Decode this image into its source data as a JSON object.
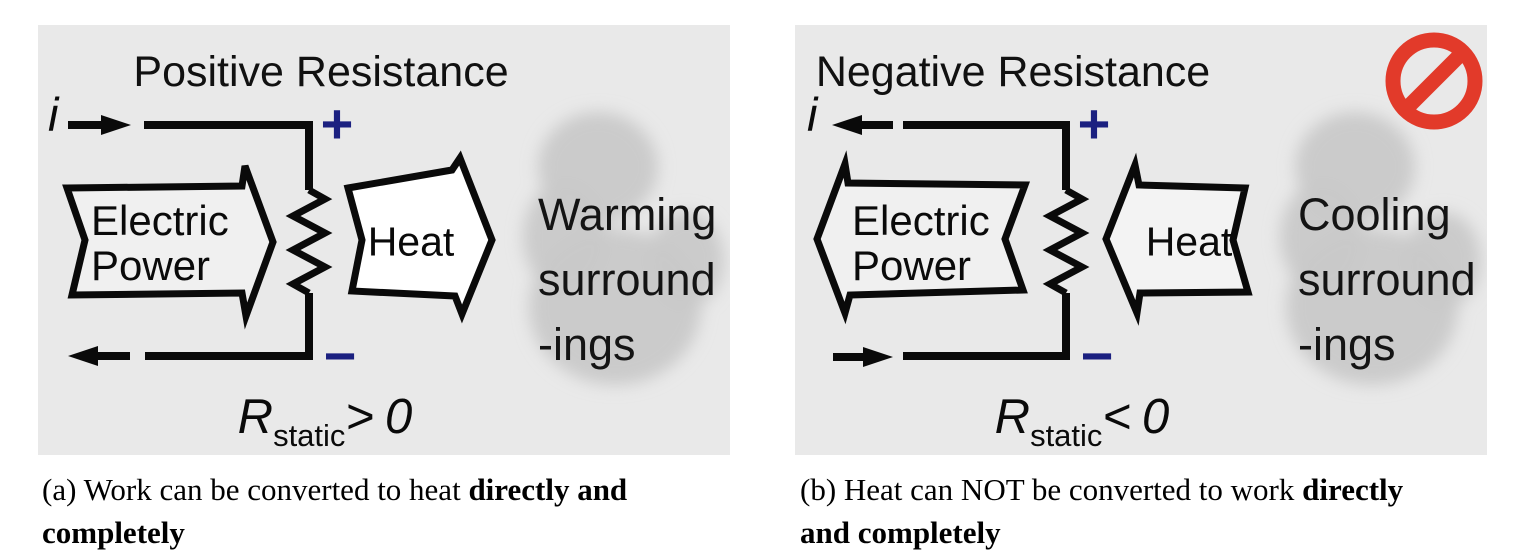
{
  "colors": {
    "panel_bg": "#e9e9e9",
    "ink": "#0a0a0a",
    "navy": "#1b2080",
    "red": "#e23a2a",
    "blob": "#c9c9c9",
    "heat_fill_a": "#ffffff",
    "heat_fill_b": "#f3f3f3",
    "power_fill": "#f0f0f0",
    "page_bg": "#ffffff"
  },
  "panel_a": {
    "title": "Positive Resistance",
    "current_symbol": "i",
    "plus_symbol": "+",
    "minus_symbol": "−",
    "power_arrow": {
      "line1": "Electric",
      "line2": "Power"
    },
    "heat_arrow": {
      "label": "Heat"
    },
    "surroundings": {
      "line1": "Warming",
      "line2": "surround",
      "line3": "-ings"
    },
    "equation": {
      "base": "R",
      "subscript": "static",
      "relation": ">",
      "value": "0"
    },
    "caption": {
      "prefix": "(a) Work can be converted to heat ",
      "bold_line1": "directly and",
      "bold_line2": "completely"
    }
  },
  "panel_b": {
    "title": "Negative Resistance",
    "current_symbol": "i",
    "plus_symbol": "+",
    "minus_symbol": "−",
    "power_arrow": {
      "line1": "Electric",
      "line2": "Power"
    },
    "heat_arrow": {
      "label": "Heat"
    },
    "surroundings": {
      "line1": "Cooling",
      "line2": "surround",
      "line3": "-ings"
    },
    "equation": {
      "base": "R",
      "subscript": "static",
      "relation": "<",
      "value": "0"
    },
    "caption": {
      "prefix": "(b) Heat can NOT be converted to work ",
      "bold_line1": "directly",
      "bold_line2": "and completely"
    },
    "prohibition_icon": "no-symbol"
  }
}
